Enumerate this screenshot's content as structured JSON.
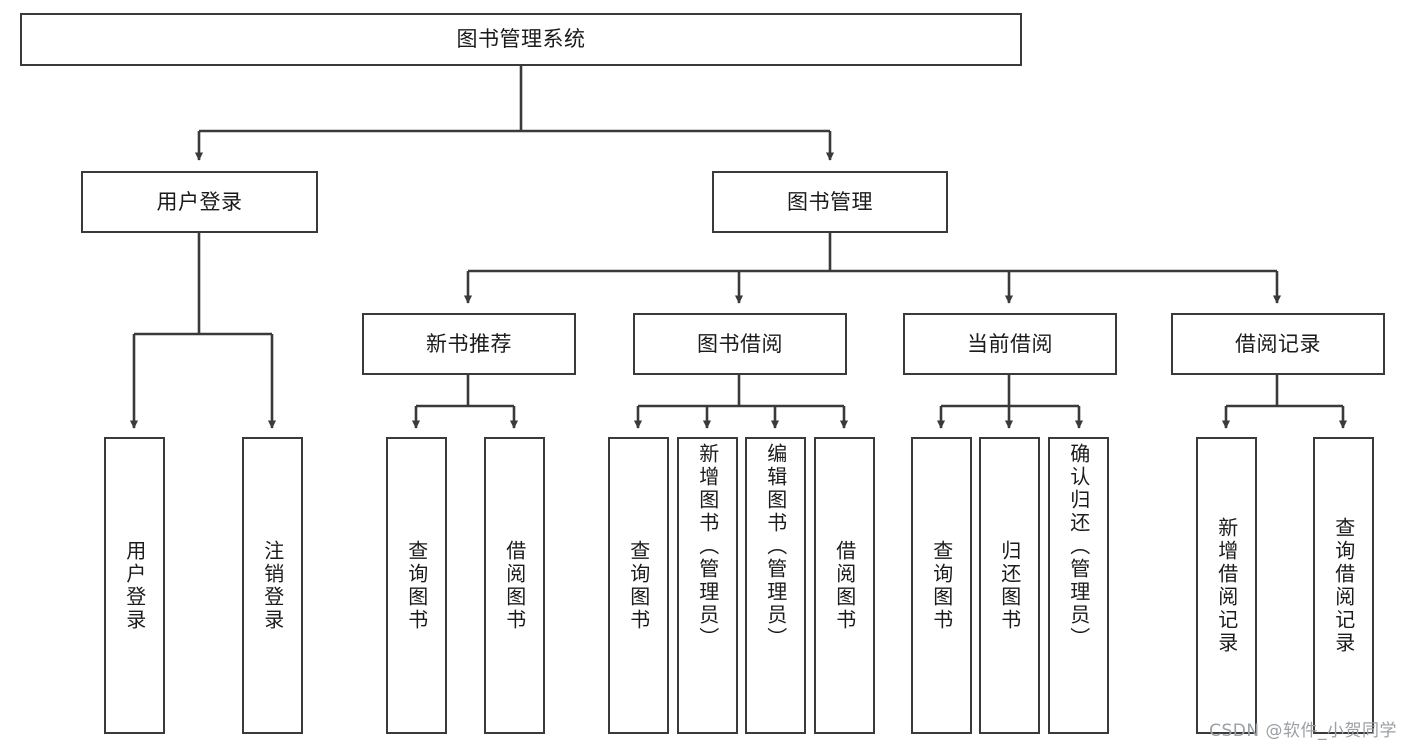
{
  "diagram": {
    "type": "hierarchy-tree",
    "title": "图书管理系统",
    "watermark": "CSDN @软件_小贺同学",
    "theme": {
      "background": "#ffffff",
      "stroke": "#3a3a3a",
      "text": "#1b1b1b",
      "watermark": "#9aa0a6"
    },
    "nodes": {
      "root": {
        "label": "图书管理系统"
      },
      "level2": [
        {
          "id": "user-login",
          "label": "用户登录"
        },
        {
          "id": "book-manage",
          "label": "图书管理"
        }
      ],
      "level3": [
        {
          "id": "new-book-rec",
          "label": "新书推荐"
        },
        {
          "id": "book-borrow",
          "label": "图书借阅"
        },
        {
          "id": "current-borrow",
          "label": "当前借阅"
        },
        {
          "id": "borrow-record",
          "label": "借阅记录"
        }
      ],
      "leaves": {
        "user_login": [
          {
            "id": "leaf-user-login",
            "label": "用户登录"
          },
          {
            "id": "leaf-logout",
            "label": "注销登录"
          }
        ],
        "new_book_rec": [
          {
            "id": "leaf-query-book-1",
            "label": "查询图书"
          },
          {
            "id": "leaf-borrow-book-1",
            "label": "借阅图书"
          }
        ],
        "book_borrow": [
          {
            "id": "leaf-query-book-2",
            "label": "查询图书"
          },
          {
            "id": "leaf-add-book",
            "label": "新增图书（管理员）"
          },
          {
            "id": "leaf-edit-book",
            "label": "编辑图书（管理员）"
          },
          {
            "id": "leaf-borrow-book-2",
            "label": "借阅图书"
          }
        ],
        "current_borrow": [
          {
            "id": "leaf-query-book-3",
            "label": "查询图书"
          },
          {
            "id": "leaf-return-book",
            "label": "归还图书"
          },
          {
            "id": "leaf-confirm-return",
            "label": "确认归还（管理员）"
          }
        ],
        "borrow_record": [
          {
            "id": "leaf-add-record",
            "label": "新增借阅记录"
          },
          {
            "id": "leaf-query-record",
            "label": "查询借阅记录"
          }
        ]
      }
    }
  }
}
